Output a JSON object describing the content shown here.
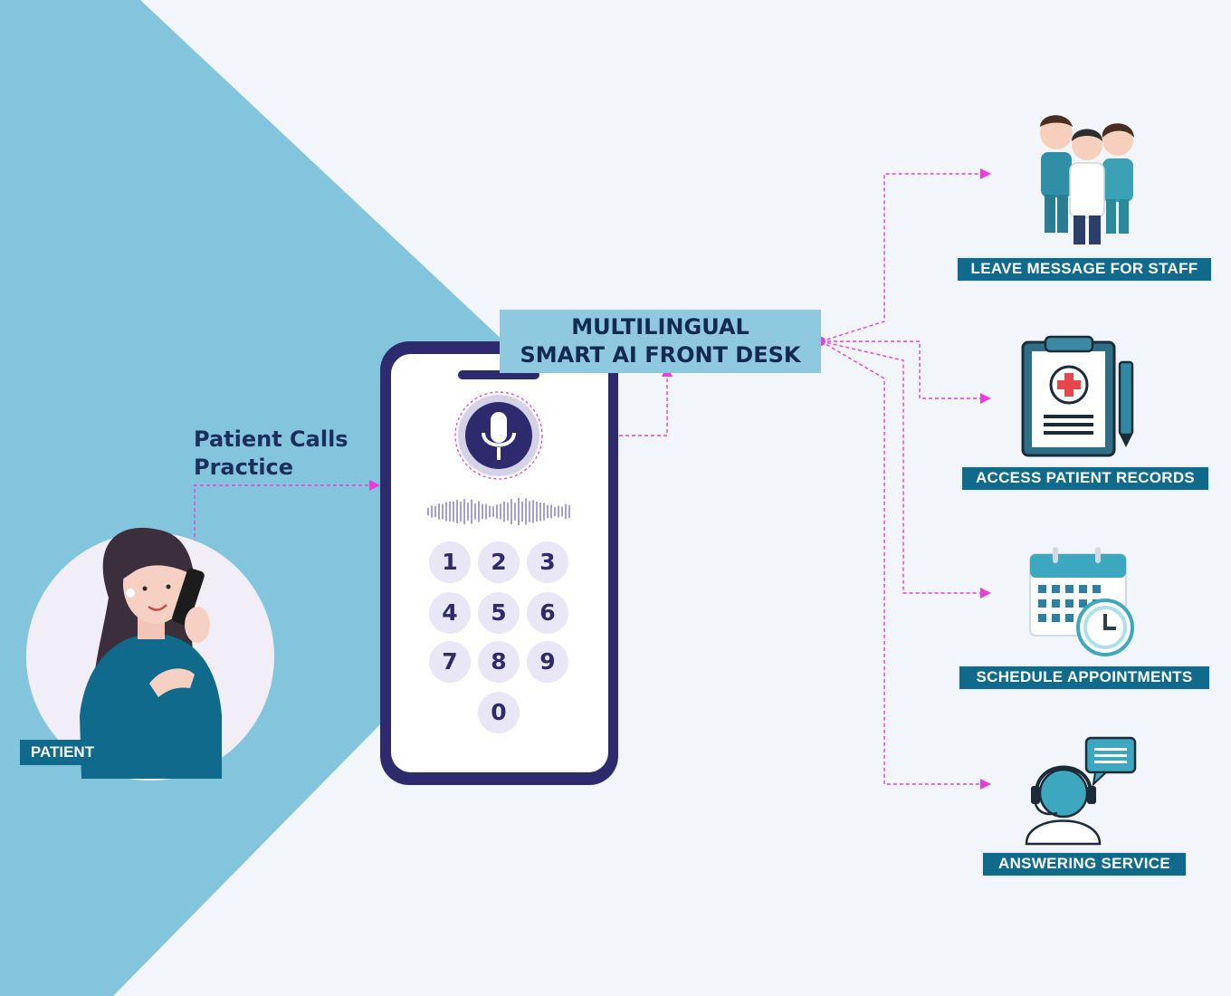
{
  "diagram": {
    "title_line1": "MULTILINGUAL",
    "title_line2": "SMART AI FRONT DESK",
    "callout_line1": "Patient Calls",
    "callout_line2": "Practice",
    "patient_label": "PATIENT",
    "keypad": [
      "1",
      "2",
      "3",
      "4",
      "5",
      "6",
      "7",
      "8",
      "9",
      "0"
    ],
    "services": [
      {
        "label": "LEAVE MESSAGE FOR STAFF",
        "icon": "medical-staff-icon"
      },
      {
        "label": "ACCESS PATIENT RECORDS",
        "icon": "clipboard-icon"
      },
      {
        "label": "SCHEDULE APPOINTMENTS",
        "icon": "calendar-clock-icon"
      },
      {
        "label": "ANSWERING SERVICE",
        "icon": "headset-agent-icon"
      }
    ],
    "colors": {
      "background": "#f2f6fa",
      "panel": "#84c5de",
      "label_bg": "#0f6a8c",
      "connector": "#e83fd8",
      "phone_frame": "#2d2a6e",
      "title_text": "#13294f"
    }
  }
}
